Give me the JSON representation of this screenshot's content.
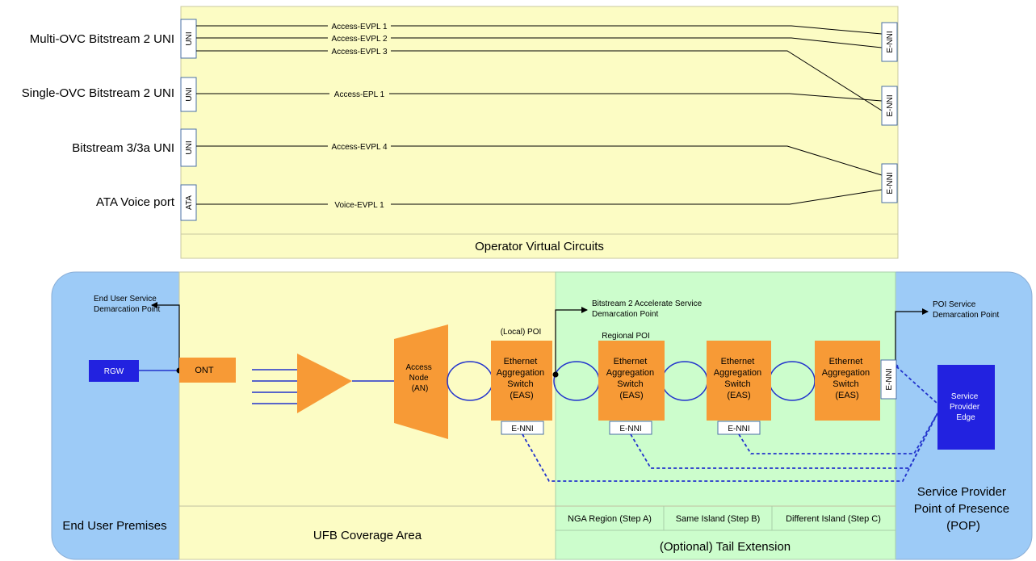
{
  "top_panel": {
    "row_labels": {
      "multi_ovc": "Multi-OVC Bitstream 2 UNI",
      "single_ovc": "Single-OVC Bitstream 2 UNI",
      "bitstream3": "Bitstream 3/3a UNI",
      "ata": "ATA Voice port"
    },
    "port_uni": "UNI",
    "port_ata": "ATA",
    "port_enni": "E-NNI",
    "circuits": {
      "evpl1": "Access-EVPL 1",
      "evpl2": "Access-EVPL 2",
      "evpl3": "Access-EVPL 3",
      "epl1": "Access-EPL 1",
      "evpl4": "Access-EVPL 4",
      "voice1": "Voice-EVPL 1"
    },
    "footer": "Operator Virtual Circuits"
  },
  "bottom_panel": {
    "demarc_end_user": [
      "End User Service",
      "Demarcation Point"
    ],
    "demarc_accelerate": [
      "Bitstream 2 Accelerate Service",
      "Demarcation Point"
    ],
    "demarc_poi": [
      "POI Service",
      "Demarcation Point"
    ],
    "rgw": "RGW",
    "ont": "ONT",
    "access_node": [
      "Access",
      "Node",
      "(AN)"
    ],
    "local_poi": "(Local) POI",
    "regional_poi": "Regional POI",
    "eas_label": [
      "Ethernet",
      "Aggregation",
      "Switch",
      "(EAS)"
    ],
    "enni": "E-NNI",
    "sp_edge": [
      "Service",
      "Provider",
      "Edge"
    ],
    "regions": {
      "end_user_premises": "End User Premises",
      "ufb_coverage": "UFB Coverage Area",
      "tail_extension": "(Optional) Tail Extension",
      "pop": [
        "Service Provider",
        "Point of Presence",
        "(POP)"
      ]
    },
    "steps": {
      "a": "NGA Region (Step A)",
      "b": "Same Island (Step B)",
      "c": "Different Island (Step C)"
    }
  },
  "colors": {
    "yellow": "#fcfcc4",
    "green": "#ccfdcc",
    "blue_region": "#9dcbf7",
    "orange": "#f79a36",
    "dark_blue": "#2222e0",
    "line_blue": "#2233cc"
  }
}
